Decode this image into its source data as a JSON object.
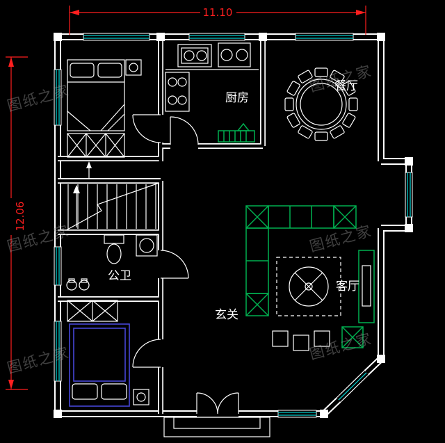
{
  "colors": {
    "background": "#000000",
    "wall": "#ffffff",
    "window": "#00c8c8",
    "dimension": "#ff1f1f",
    "furniture": "#00b050",
    "bed_accent": "#4646d8",
    "watermark": "#9a9a9a"
  },
  "dimensions": {
    "width_label": "11.10",
    "height_label": "12.06"
  },
  "rooms": {
    "kitchen": "厨房",
    "dining": "餐厅",
    "bathroom": "公卫",
    "foyer": "玄关",
    "living": "客厅"
  },
  "watermark": {
    "text": "图纸之家"
  }
}
